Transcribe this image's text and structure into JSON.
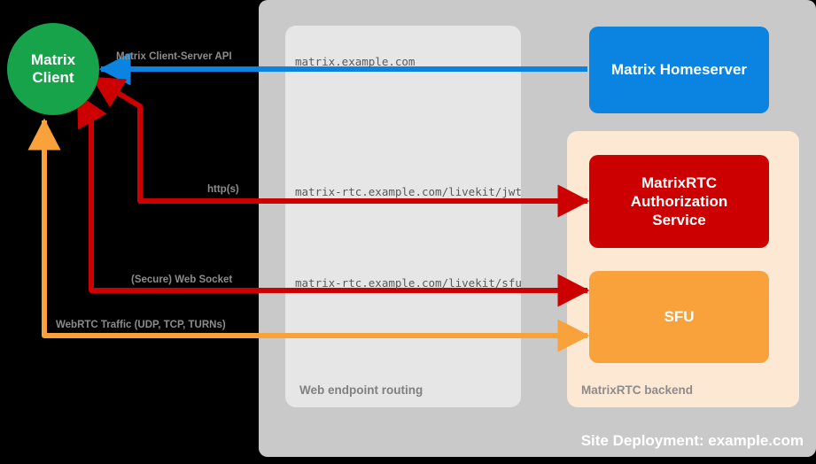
{
  "diagram": {
    "title": "Site Deployment: example.com",
    "colors": {
      "background": "#000000",
      "site_panel": "#c9c9c9",
      "routing_panel": "#e6e6e6",
      "backend_panel": "#fde8d3",
      "client": "#16a34a",
      "homeserver": "#0a84e0",
      "authorization_service": "#cc0000",
      "sfu": "#f9a13a",
      "matrix_api_arrow": "#0a84e0",
      "http_arrow": "#cc0000",
      "websocket_arrow": "#cc0000",
      "webrtc_arrow": "#f9a13a"
    }
  },
  "panels": {
    "site": {
      "label": "Site Deployment: example.com"
    },
    "routing": {
      "label": "Web endpoint routing"
    },
    "backend": {
      "label": "MatrixRTC backend"
    }
  },
  "nodes": {
    "client": {
      "line1": "Matrix",
      "line2": "Client"
    },
    "homeserver": {
      "label": "Matrix Homeserver"
    },
    "authorization": {
      "line1": "MatrixRTC",
      "line2": "Authorization",
      "line3": "Service"
    },
    "sfu": {
      "label": "SFU"
    }
  },
  "edges": [
    {
      "id": "matrix-client-server-api",
      "protocol_label": "Matrix Client-Server API",
      "endpoint": "matrix.example.com",
      "color": "#0a84e0",
      "direction": "homeserver-to-client"
    },
    {
      "id": "livekit-jwt",
      "protocol_label": "http(s)",
      "endpoint": "matrix-rtc.example.com/livekit/jwt",
      "color": "#cc0000",
      "direction": "bidirectional"
    },
    {
      "id": "livekit-sfu",
      "protocol_label": "(Secure) Web Socket",
      "endpoint": "matrix-rtc.example.com/livekit/sfu",
      "color": "#cc0000",
      "direction": "bidirectional"
    },
    {
      "id": "webrtc-media",
      "protocol_label": "WebRTC Traffic (UDP, TCP, TURNs)",
      "endpoint": "",
      "color": "#f9a13a",
      "direction": "bidirectional"
    }
  ]
}
